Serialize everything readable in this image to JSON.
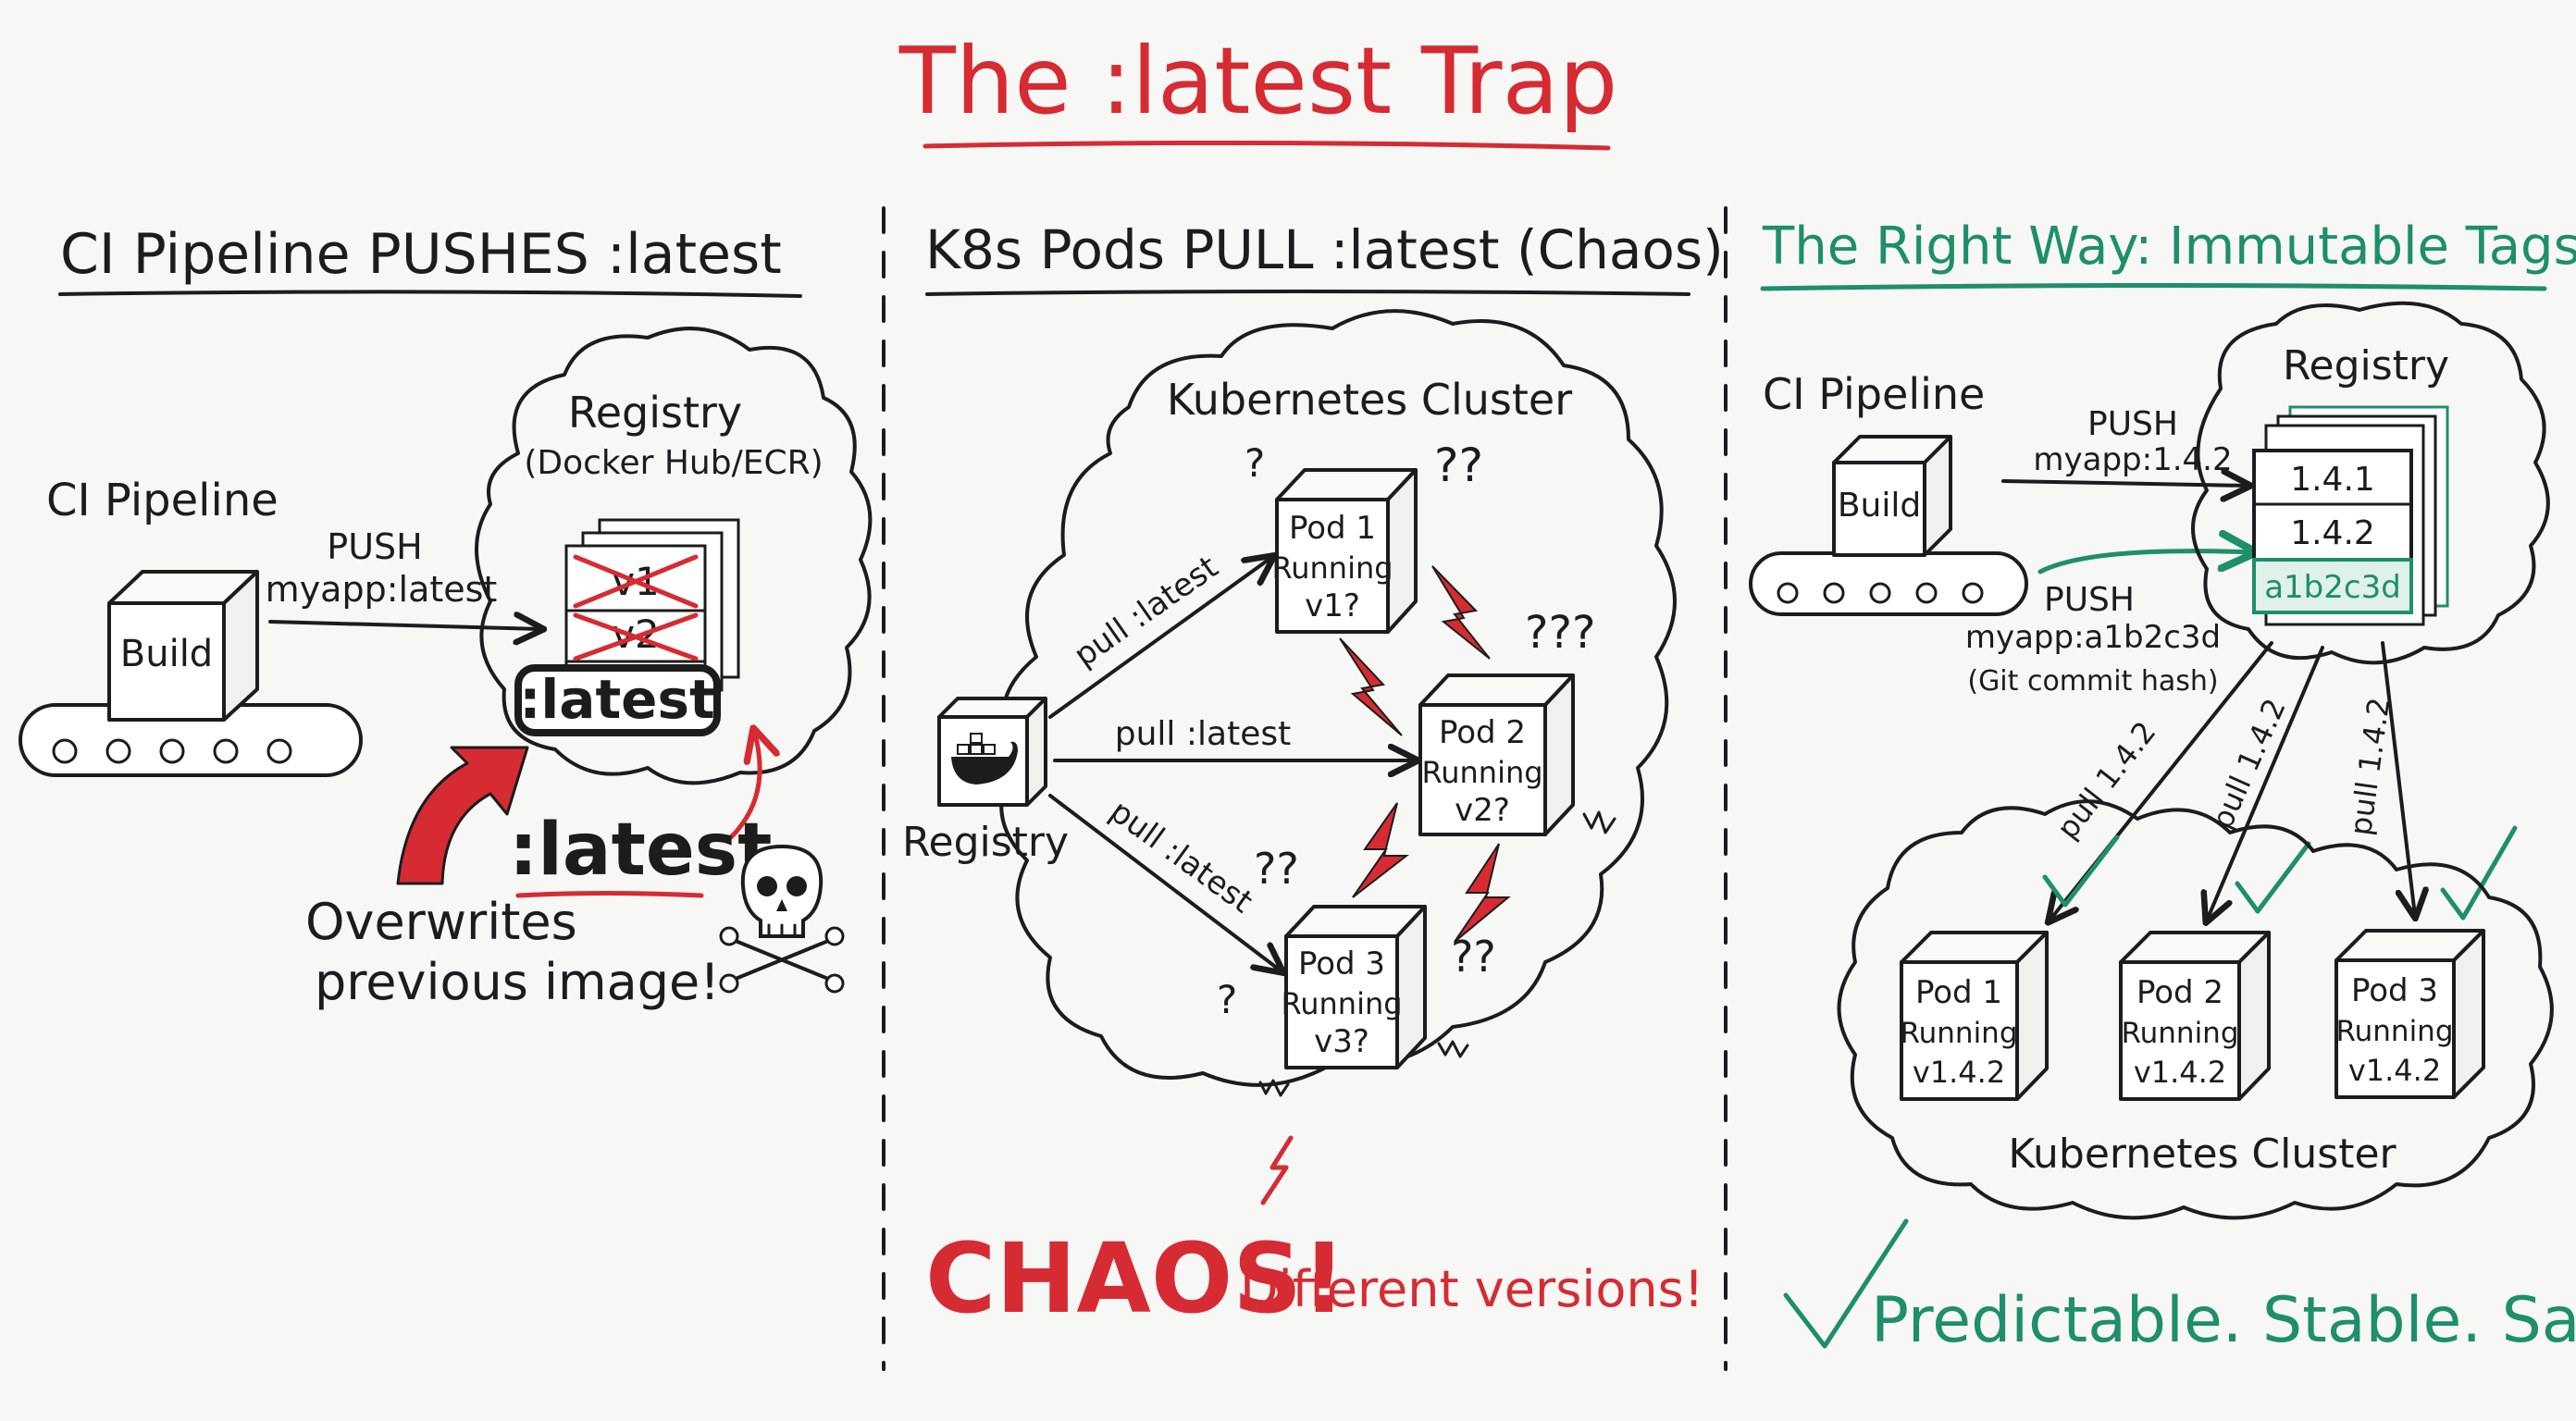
{
  "title": "The :latest Trap",
  "colors": {
    "ink": "#1c1c1c",
    "danger": "#d62b33",
    "success": "#1d8f6b",
    "paper": "#f7f7f5"
  },
  "panel1": {
    "heading": "CI Pipeline PUSHES :latest",
    "ci_label": "CI Pipeline",
    "build_label": "Build",
    "push_label": "PUSH",
    "push_tag": "myapp:latest",
    "registry_label": "Registry",
    "registry_sub": "(Docker Hub/ECR)",
    "layer_v1": "v1",
    "layer_v2": "v2",
    "latest_box": ":latest",
    "latest_big": ":latest",
    "warn_line1": "Overwrites",
    "warn_line2": "previous image!",
    "skull_icon": "skull-crossbones-icon"
  },
  "panel2": {
    "heading": "K8s Pods PULL :latest (Chaos)",
    "cluster_label": "Kubernetes Cluster",
    "registry_label": "Registry",
    "registry_icon": "docker-whale-icon",
    "pull_label": "pull :latest",
    "pods": [
      {
        "name": "Pod 1",
        "status": "Running",
        "version": "v1?"
      },
      {
        "name": "Pod 2",
        "status": "Running",
        "version": "v2?"
      },
      {
        "name": "Pod 3",
        "status": "Running",
        "version": "v3?"
      }
    ],
    "q1": "?",
    "q2": "??",
    "q3": "???",
    "q4": "??",
    "q5": "?",
    "q6": "??",
    "chaos": "CHAOS!",
    "chaos_sub": "Different versions!"
  },
  "panel3": {
    "heading": "The Right Way: Immutable Tags",
    "ci_label": "CI Pipeline",
    "build_label": "Build",
    "push1_label": "PUSH",
    "push1_tag": "myapp:1.4.2",
    "push2_label": "PUSH",
    "push2_tag": "myapp:a1b2c3d",
    "push2_note": "(Git commit hash)",
    "registry_label": "Registry",
    "tags": [
      "1.4.1",
      "1.4.2",
      "a1b2c3d"
    ],
    "pull_label": "pull 1.4.2",
    "pods": [
      {
        "name": "Pod 1",
        "status": "Running",
        "version": "v1.4.2"
      },
      {
        "name": "Pod 2",
        "status": "Running",
        "version": "v1.4.2"
      },
      {
        "name": "Pod 3",
        "status": "Running",
        "version": "v1.4.2"
      }
    ],
    "cluster_label": "Kubernetes Cluster",
    "footer": "Predictable. Stable. Safe."
  }
}
